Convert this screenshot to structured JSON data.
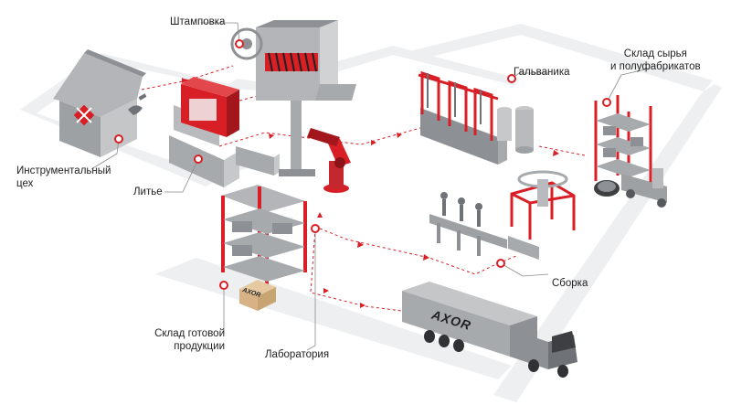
{
  "diagram": {
    "colors": {
      "accent": "#d81f26",
      "machine_gray": "#a7aaad",
      "dark_gray": "#6f7378",
      "floor": "#eeeff0",
      "leader": "#8a8a8a"
    },
    "stations": {
      "stamping": "Штамповка",
      "raw_warehouse_line1": "Склад сырья",
      "raw_warehouse_line2": "и полуфабрикатов",
      "galvanics": "Гальваника",
      "tool_shop_line1": "Инструментальный",
      "tool_shop_line2": "цех",
      "casting": "Литье",
      "assembly": "Сборка",
      "finished_goods_line1": "Склад готовой",
      "finished_goods_line2": "продукции",
      "laboratory": "Лаборатория"
    },
    "brand": {
      "box_logo": "AXOR",
      "truck_logo": "AXOR"
    }
  }
}
